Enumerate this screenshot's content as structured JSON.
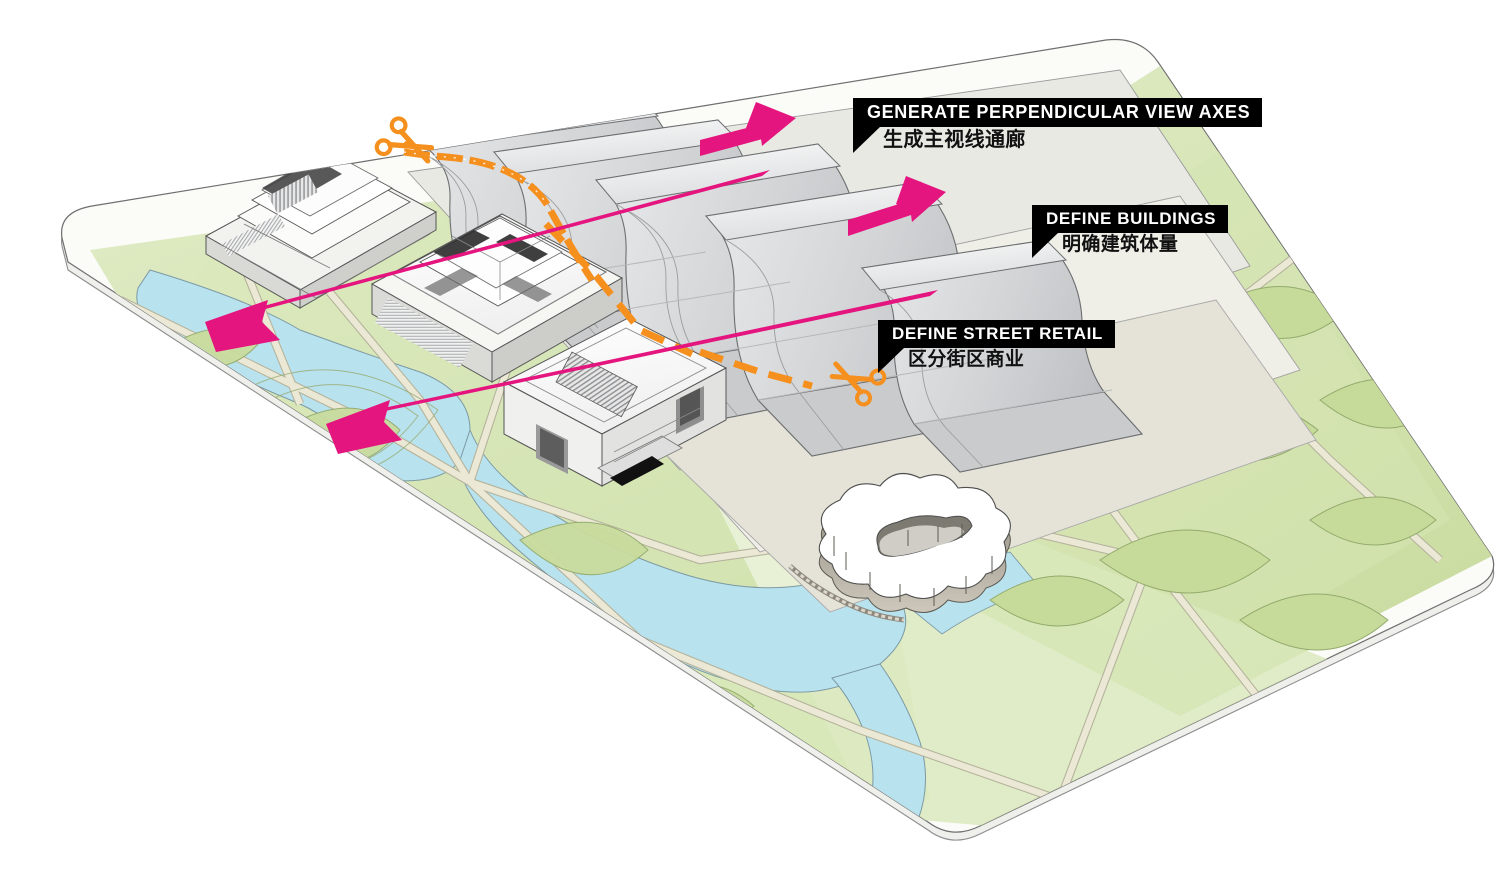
{
  "diagram": {
    "title": "Urban Design Strategy Axonometric",
    "type": "architectural-concept-axonometric",
    "background_color": "#ffffff"
  },
  "callouts": [
    {
      "id": "view-axes",
      "english": "GENERATE PERPENDICULAR VIEW AXES",
      "chinese": "生成主视线通廊",
      "bar_color": "#000000",
      "text_color": "#ffffff",
      "sub_color": "#111111"
    },
    {
      "id": "buildings",
      "english": "DEFINE BUILDINGS",
      "chinese": "明确建筑体量",
      "bar_color": "#000000",
      "text_color": "#ffffff",
      "sub_color": "#111111"
    },
    {
      "id": "street-retail",
      "english": "DEFINE STREET RETAIL",
      "chinese": "区分街区商业",
      "bar_color": "#000000",
      "text_color": "#ffffff",
      "sub_color": "#111111"
    }
  ],
  "annotations": {
    "view_axis_arrows": {
      "name": "view-axis-arrow",
      "color": "#e5157f",
      "count": 4,
      "description": "Two long magenta axes running southwest plus two short magenta arrows pointing northeast"
    },
    "cut_lines": {
      "name": "street-retail-cut-line",
      "color": "#f5901e",
      "count": 2,
      "dash_style": "dashed",
      "icon": "scissors-icon",
      "description": "Orange dashed cut lines terminated by scissors icons indicating street retail separation"
    }
  },
  "palette": {
    "magenta": "#e5157f",
    "orange": "#f5901e",
    "grass_light": "#dbe8bd",
    "grass_mid": "#cfe0a8",
    "grass_dark": "#bcd493",
    "water": "#b9e2ef",
    "path_cream": "#ece8d6",
    "plaza": "#e9e7dd",
    "massing_light": "#f2f2f2",
    "massing_mid": "#d8d9da",
    "massing_dark": "#b4b6b8",
    "building_white": "#fdfdfd",
    "outline": "#555555",
    "site_edge": "#8a8a8a"
  },
  "site_elements": [
    {
      "name": "site-plate",
      "label": "Rounded rectangular site base plate"
    },
    {
      "name": "temple-building",
      "label": "Tiered-roof temple building, northwest"
    },
    {
      "name": "pavilion-building",
      "label": "Square hipped-roof cultural pavilion, center"
    },
    {
      "name": "box-building",
      "label": "White box building with skylight louvers, southwest"
    },
    {
      "name": "wave-massing-block",
      "label": "Undulating terraced commercial massing bars",
      "count": 5
    },
    {
      "name": "blob-pavilion",
      "label": "Blob-shaped lakeside pavilion with courtyard void"
    },
    {
      "name": "river",
      "label": "Winding river through the park"
    },
    {
      "name": "park-planting-bed",
      "label": "Leaf-shaped planting beds in east park"
    }
  ]
}
